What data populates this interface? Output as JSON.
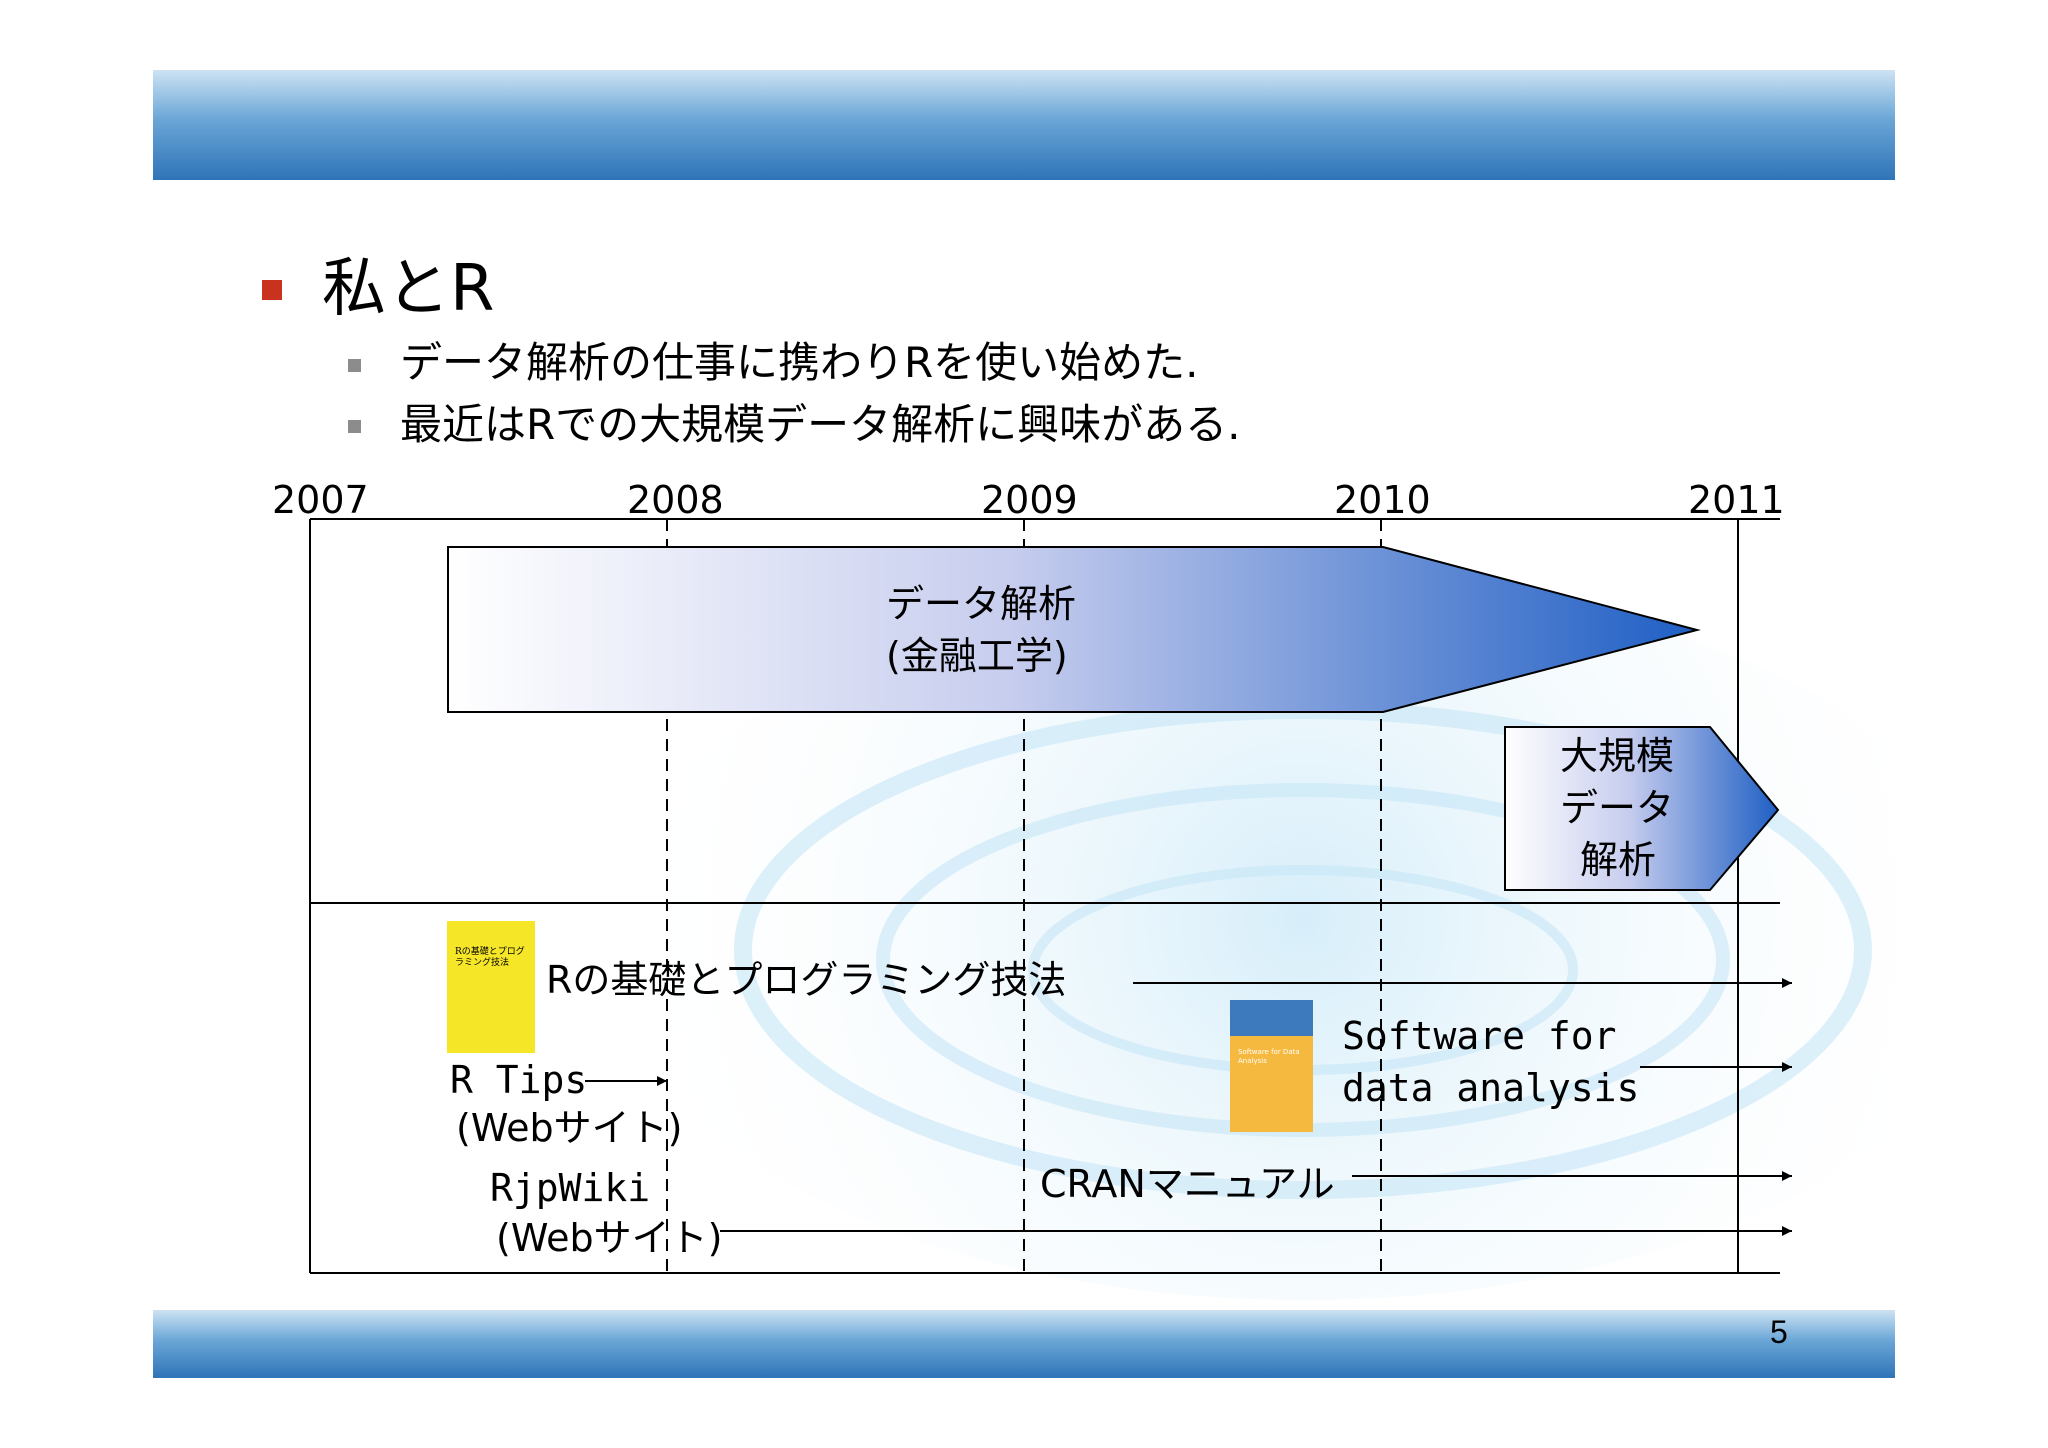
{
  "slide": {
    "title": "私とR",
    "bullets": [
      "データ解析の仕事に携わりRを使い始めた.",
      "最近はRでの大規模データ解析に興味がある."
    ],
    "page_number": "5"
  },
  "timeline": {
    "years": [
      "2007",
      "2008",
      "2009",
      "2010",
      "2011"
    ],
    "phases": [
      {
        "label_line1": "データ解析",
        "label_line2": "(金融工学)"
      },
      {
        "label_line1": "大規模",
        "label_line2": "データ",
        "label_line3": "解析"
      }
    ],
    "resources": {
      "book1": "Rの基礎とプログラミング技法",
      "book1_cover": "Rの基礎とプログラミング技法",
      "rtips_line1": "R Tips",
      "rtips_line2": "(Webサイト)",
      "rjpwiki_line1": "RjpWiki",
      "rjpwiki_line2": "(Webサイト)",
      "cran": "CRANマニュアル",
      "sda_line1": "Software for",
      "sda_line2": "data analysis",
      "sda_cover": "Software for Data Analysis"
    }
  },
  "colors": {
    "bullet_main": "#c8321e",
    "bullet_sub": "#8c8c8c",
    "arrow_dark": "#1f5fc4",
    "arrow_light": "#ffffff",
    "band": "#2f74b8"
  }
}
